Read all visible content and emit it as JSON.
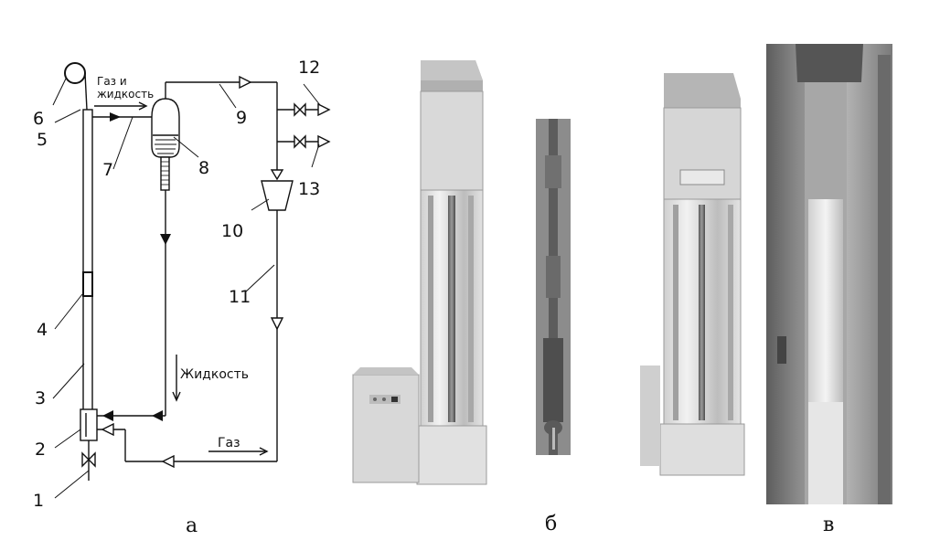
{
  "diagram": {
    "flow_labels": {
      "gas_liquid_line1": "Газ и",
      "gas_liquid_line2": "жидкость",
      "liquid": "Жидкость",
      "gas": "Газ"
    },
    "numbers": [
      "1",
      "2",
      "3",
      "4",
      "5",
      "6",
      "7",
      "8",
      "9",
      "10",
      "11",
      "12",
      "13"
    ]
  },
  "captions": {
    "a": "а",
    "b": "б",
    "v": "в"
  },
  "colors": {
    "line": "#111111",
    "frame": "#9a9a9a",
    "cabinet": "#d6d6d6"
  }
}
